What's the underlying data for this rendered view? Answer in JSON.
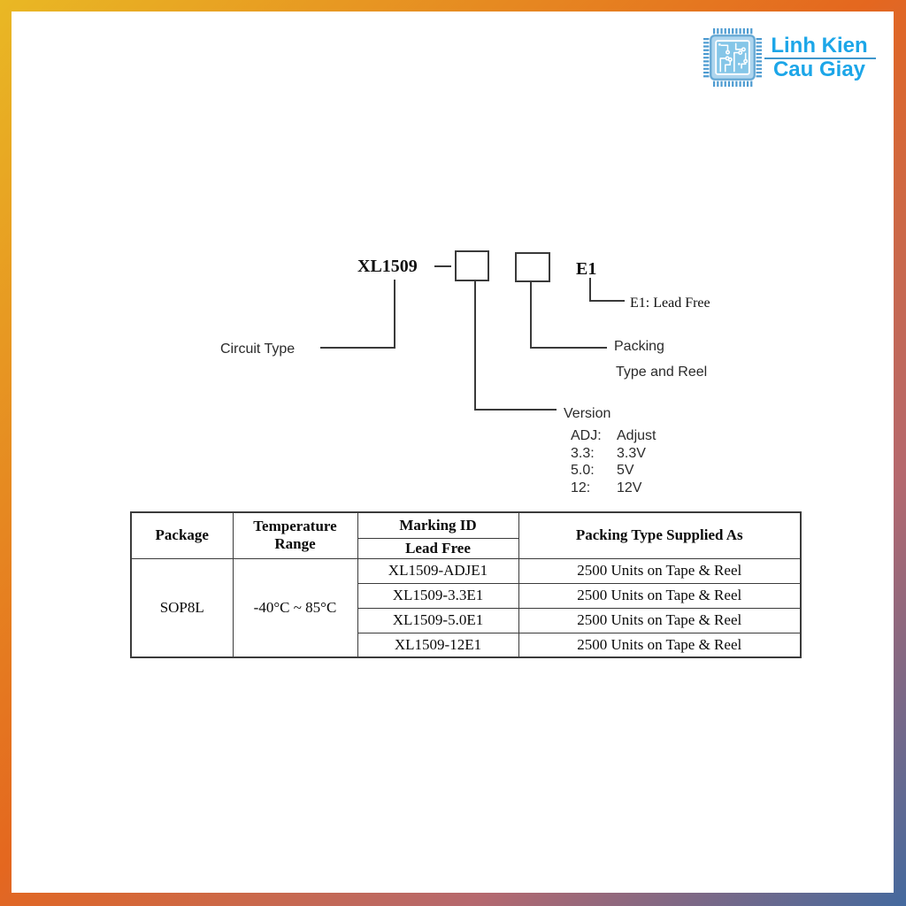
{
  "colors": {
    "frame_yellow": "#e9b824",
    "frame_orange": "#e4671f",
    "frame_mauve": "#b5686e",
    "frame_blue": "#44699e",
    "logo_blue": "#1ca6e8",
    "logo_divider": "#3e96cc",
    "line_dark": "#3a3a3a"
  },
  "logo": {
    "name_line1": "Linh Kien",
    "name_line2": "Cau Giay"
  },
  "ordering_diagram": {
    "part_prefix": "XL1509",
    "suffix": "E1",
    "suffix_note": "E1: Lead Free",
    "circuit_type_label": "Circuit Type",
    "packing_label_line1": "Packing",
    "packing_label_line2": "Type and Reel",
    "version_label": "Version",
    "version_options": [
      {
        "code": "ADJ:",
        "value": "Adjust"
      },
      {
        "code": "3.3:",
        "value": "3.3V"
      },
      {
        "code": "5.0:",
        "value": "5V"
      },
      {
        "code": "12:",
        "value": "12V"
      }
    ]
  },
  "ordering_table": {
    "header": {
      "package": "Package",
      "temperature_range": "Temperature Range",
      "marking_id": "Marking ID",
      "lead_free": "Lead Free",
      "packing_type": "Packing Type Supplied As"
    },
    "package_value": "SOP8L",
    "temperature_value": "-40°C ~ 85°C",
    "rows": [
      {
        "marking_id": "XL1509-ADJE1",
        "packing": "2500 Units on Tape & Reel"
      },
      {
        "marking_id": "XL1509-3.3E1",
        "packing": "2500 Units on Tape & Reel"
      },
      {
        "marking_id": "XL1509-5.0E1",
        "packing": "2500 Units on Tape & Reel"
      },
      {
        "marking_id": "XL1509-12E1",
        "packing": "2500 Units on Tape & Reel"
      }
    ]
  }
}
